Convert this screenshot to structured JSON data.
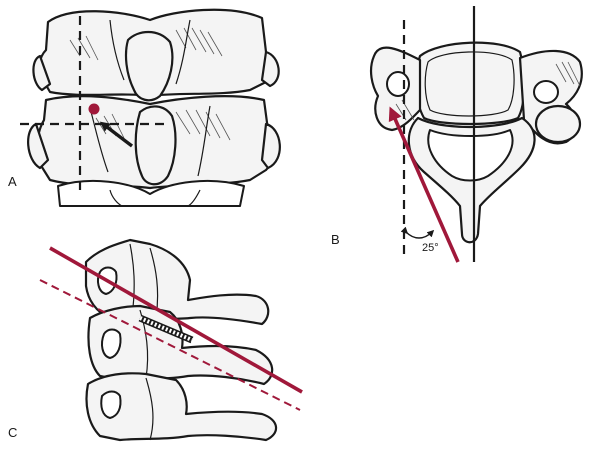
{
  "panels": [
    {
      "label": "A"
    },
    {
      "label": "B"
    },
    {
      "label": "C"
    }
  ],
  "angle_label": "25°",
  "colors": {
    "trajectory_red": "#a0183a",
    "line_black": "#1a1a1a",
    "bone_fill": "#f4f4f4"
  }
}
